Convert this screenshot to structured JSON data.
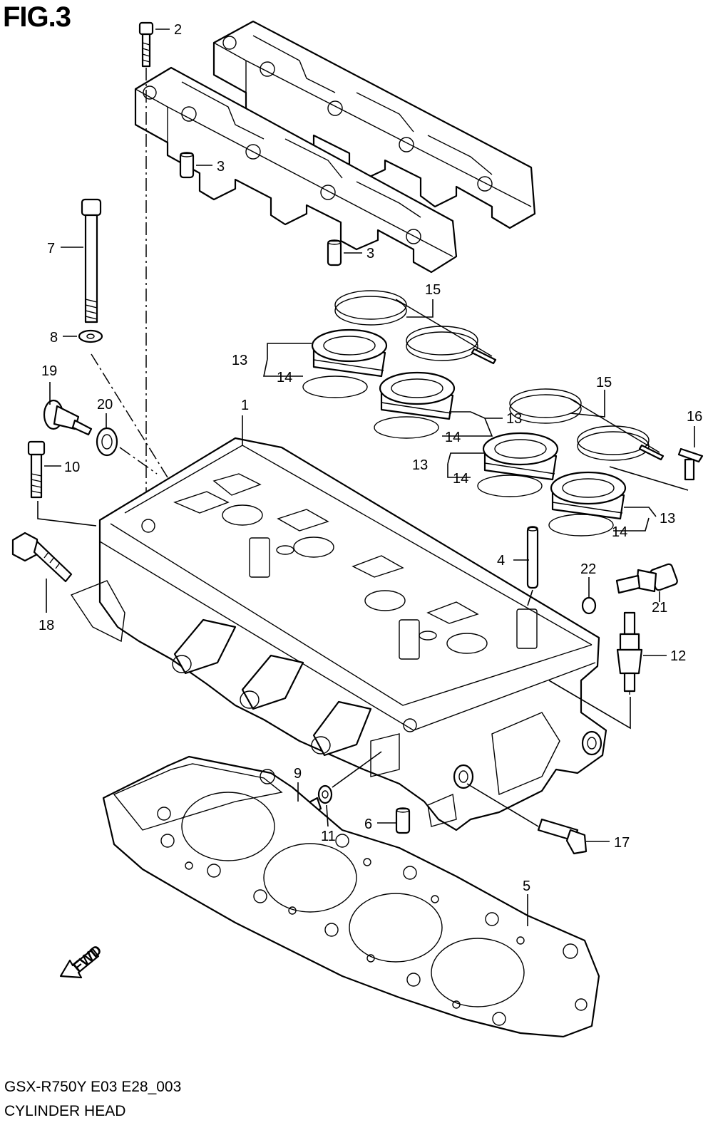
{
  "figure": {
    "title": "FIG.3",
    "model_code": "GSX-R750Y E03 E28_003",
    "section_name": "CYLINDER HEAD",
    "fwd_label": "FWD"
  },
  "callouts": [
    "1",
    "2",
    "3",
    "3",
    "4",
    "5",
    "6",
    "7",
    "8",
    "9",
    "10",
    "11",
    "12",
    "13",
    "13",
    "13",
    "13",
    "14",
    "14",
    "14",
    "14",
    "15",
    "15",
    "16",
    "17",
    "18",
    "19",
    "20",
    "21",
    "22"
  ]
}
